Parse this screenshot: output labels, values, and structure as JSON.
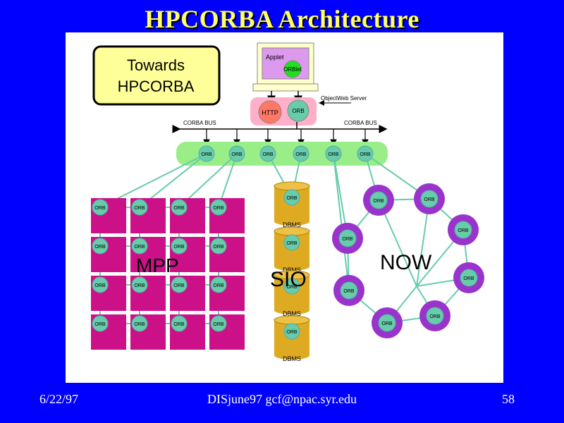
{
  "slide": {
    "title": "HPCORBA Architecture",
    "footer_date": "6/22/97",
    "footer_center": "DISjune97 gcf@npac.syr.edu",
    "page_number": "58"
  },
  "diagram": {
    "towards_line1": "Towards",
    "towards_line2": "HPCORBA",
    "applet": "Applet",
    "orblet": "ORBlet",
    "objectweb": "ObjectWeb Server",
    "http": "HTTP",
    "orb": "ORB",
    "bus_left": "CORBA BUS",
    "bus_right": "CORBA BUS",
    "dbms": "DBMS",
    "mpp": "MPP",
    "sio": "SIO",
    "now": "NOW"
  },
  "colors": {
    "background": "#0000ff",
    "title": "#ffff66",
    "orb_node": "#66ccaa",
    "mpp_cell": "#cc1188",
    "now_halo": "#9933cc",
    "dbms": "#ddaa22",
    "bus": "#99ee88",
    "towards_box": "#ffff99",
    "http": "#ff7766",
    "server": "#ffb0c8"
  }
}
